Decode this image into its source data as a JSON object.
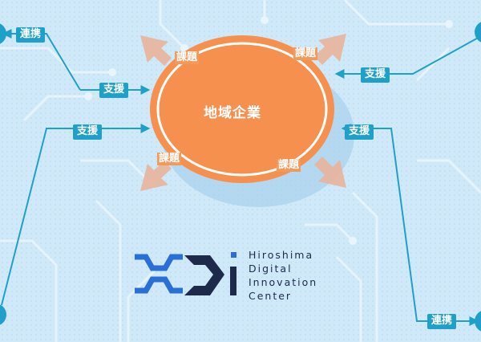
{
  "center": {
    "label": "地域企業"
  },
  "issues": [
    "課題",
    "課題",
    "課題",
    "課題"
  ],
  "links": {
    "top_left_renkei": "連携",
    "left_shien_upper": "支援",
    "left_shien_lower": "支援",
    "right_shien_upper": "支援",
    "right_shien_lower": "支援",
    "bottom_right_renkei": "連携"
  },
  "logo": {
    "mark": "HDi",
    "lines": [
      "Hiroshima",
      "Digital",
      "Innovation",
      "Center"
    ]
  },
  "colors": {
    "background": "#cfe9f8",
    "connector": "#1fa0c8",
    "company_fill": "#f5904f",
    "issue_arrow": "#e8b49a",
    "logo_navy": "#1d2a4a",
    "logo_blue": "#2a6fd6"
  }
}
